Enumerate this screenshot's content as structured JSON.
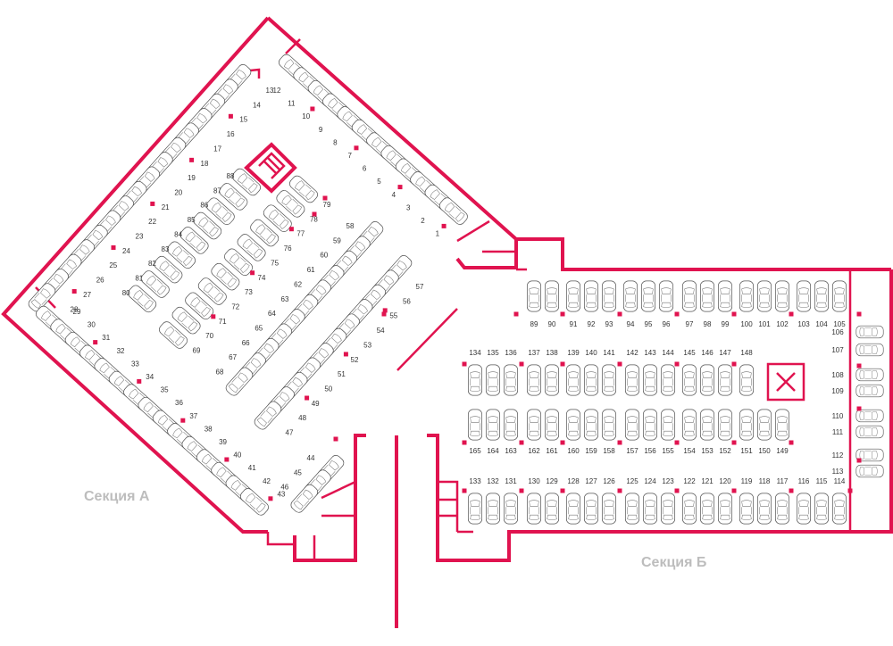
{
  "sections": [
    {
      "id": "A",
      "label": "Секция А"
    },
    {
      "id": "B",
      "label": "Секция Б"
    }
  ],
  "colors": {
    "wall": "#e0134f",
    "car": "#555555",
    "label": "#bdbdbd"
  },
  "icons": [
    "car-icon",
    "staircase-icon",
    "elevator-icon",
    "door-icon"
  ],
  "section_a": {
    "wall_top_left": [
      "13",
      "14",
      "15",
      "16",
      "17",
      "18",
      "19",
      "20",
      "21",
      "22",
      "23",
      "24",
      "25",
      "26",
      "27",
      "28"
    ],
    "wall_top_right": [
      "12",
      "11",
      "10",
      "9",
      "8",
      "7",
      "6",
      "5",
      "4",
      "3",
      "2",
      "1"
    ],
    "wall_bottom_left": [
      "29",
      "30",
      "31",
      "32",
      "33",
      "34",
      "35",
      "36",
      "37",
      "38",
      "39",
      "40",
      "41",
      "42",
      "43"
    ],
    "island_left": [
      "88",
      "87",
      "86",
      "85",
      "84",
      "83",
      "82",
      "81",
      "80"
    ],
    "island_left_inner": [
      "79",
      "78",
      "77",
      "76",
      "75",
      "74",
      "73",
      "72",
      "71",
      "70",
      "69"
    ],
    "island_right": [
      "58",
      "59",
      "60",
      "61",
      "62",
      "63",
      "64",
      "65",
      "66",
      "67",
      "68"
    ],
    "island_right_inner": [
      "57",
      "56",
      "55",
      "54",
      "53",
      "52",
      "51",
      "50",
      "49",
      "48",
      "47"
    ],
    "bottom_pair": [
      "44",
      "45",
      "46"
    ]
  },
  "section_b": {
    "top_row": [
      "89",
      "90",
      "91",
      "92",
      "93",
      "94",
      "95",
      "96",
      "97",
      "98",
      "99",
      "100",
      "101",
      "102",
      "103",
      "104",
      "105"
    ],
    "right_column": [
      "106",
      "107",
      "108",
      "109",
      "110",
      "111",
      "112",
      "113"
    ],
    "middle_upper": [
      "134",
      "135",
      "136",
      "137",
      "138",
      "139",
      "140",
      "141",
      "142",
      "143",
      "144",
      "145",
      "146",
      "147",
      "148"
    ],
    "middle_lower": [
      "165",
      "164",
      "163",
      "162",
      "161",
      "160",
      "159",
      "158",
      "157",
      "156",
      "155",
      "154",
      "153",
      "152",
      "151",
      "150",
      "149"
    ],
    "bottom_row": [
      "133",
      "132",
      "131",
      "130",
      "129",
      "128",
      "127",
      "126",
      "125",
      "124",
      "123",
      "122",
      "121",
      "120",
      "119",
      "118",
      "117",
      "116",
      "115",
      "114"
    ]
  }
}
